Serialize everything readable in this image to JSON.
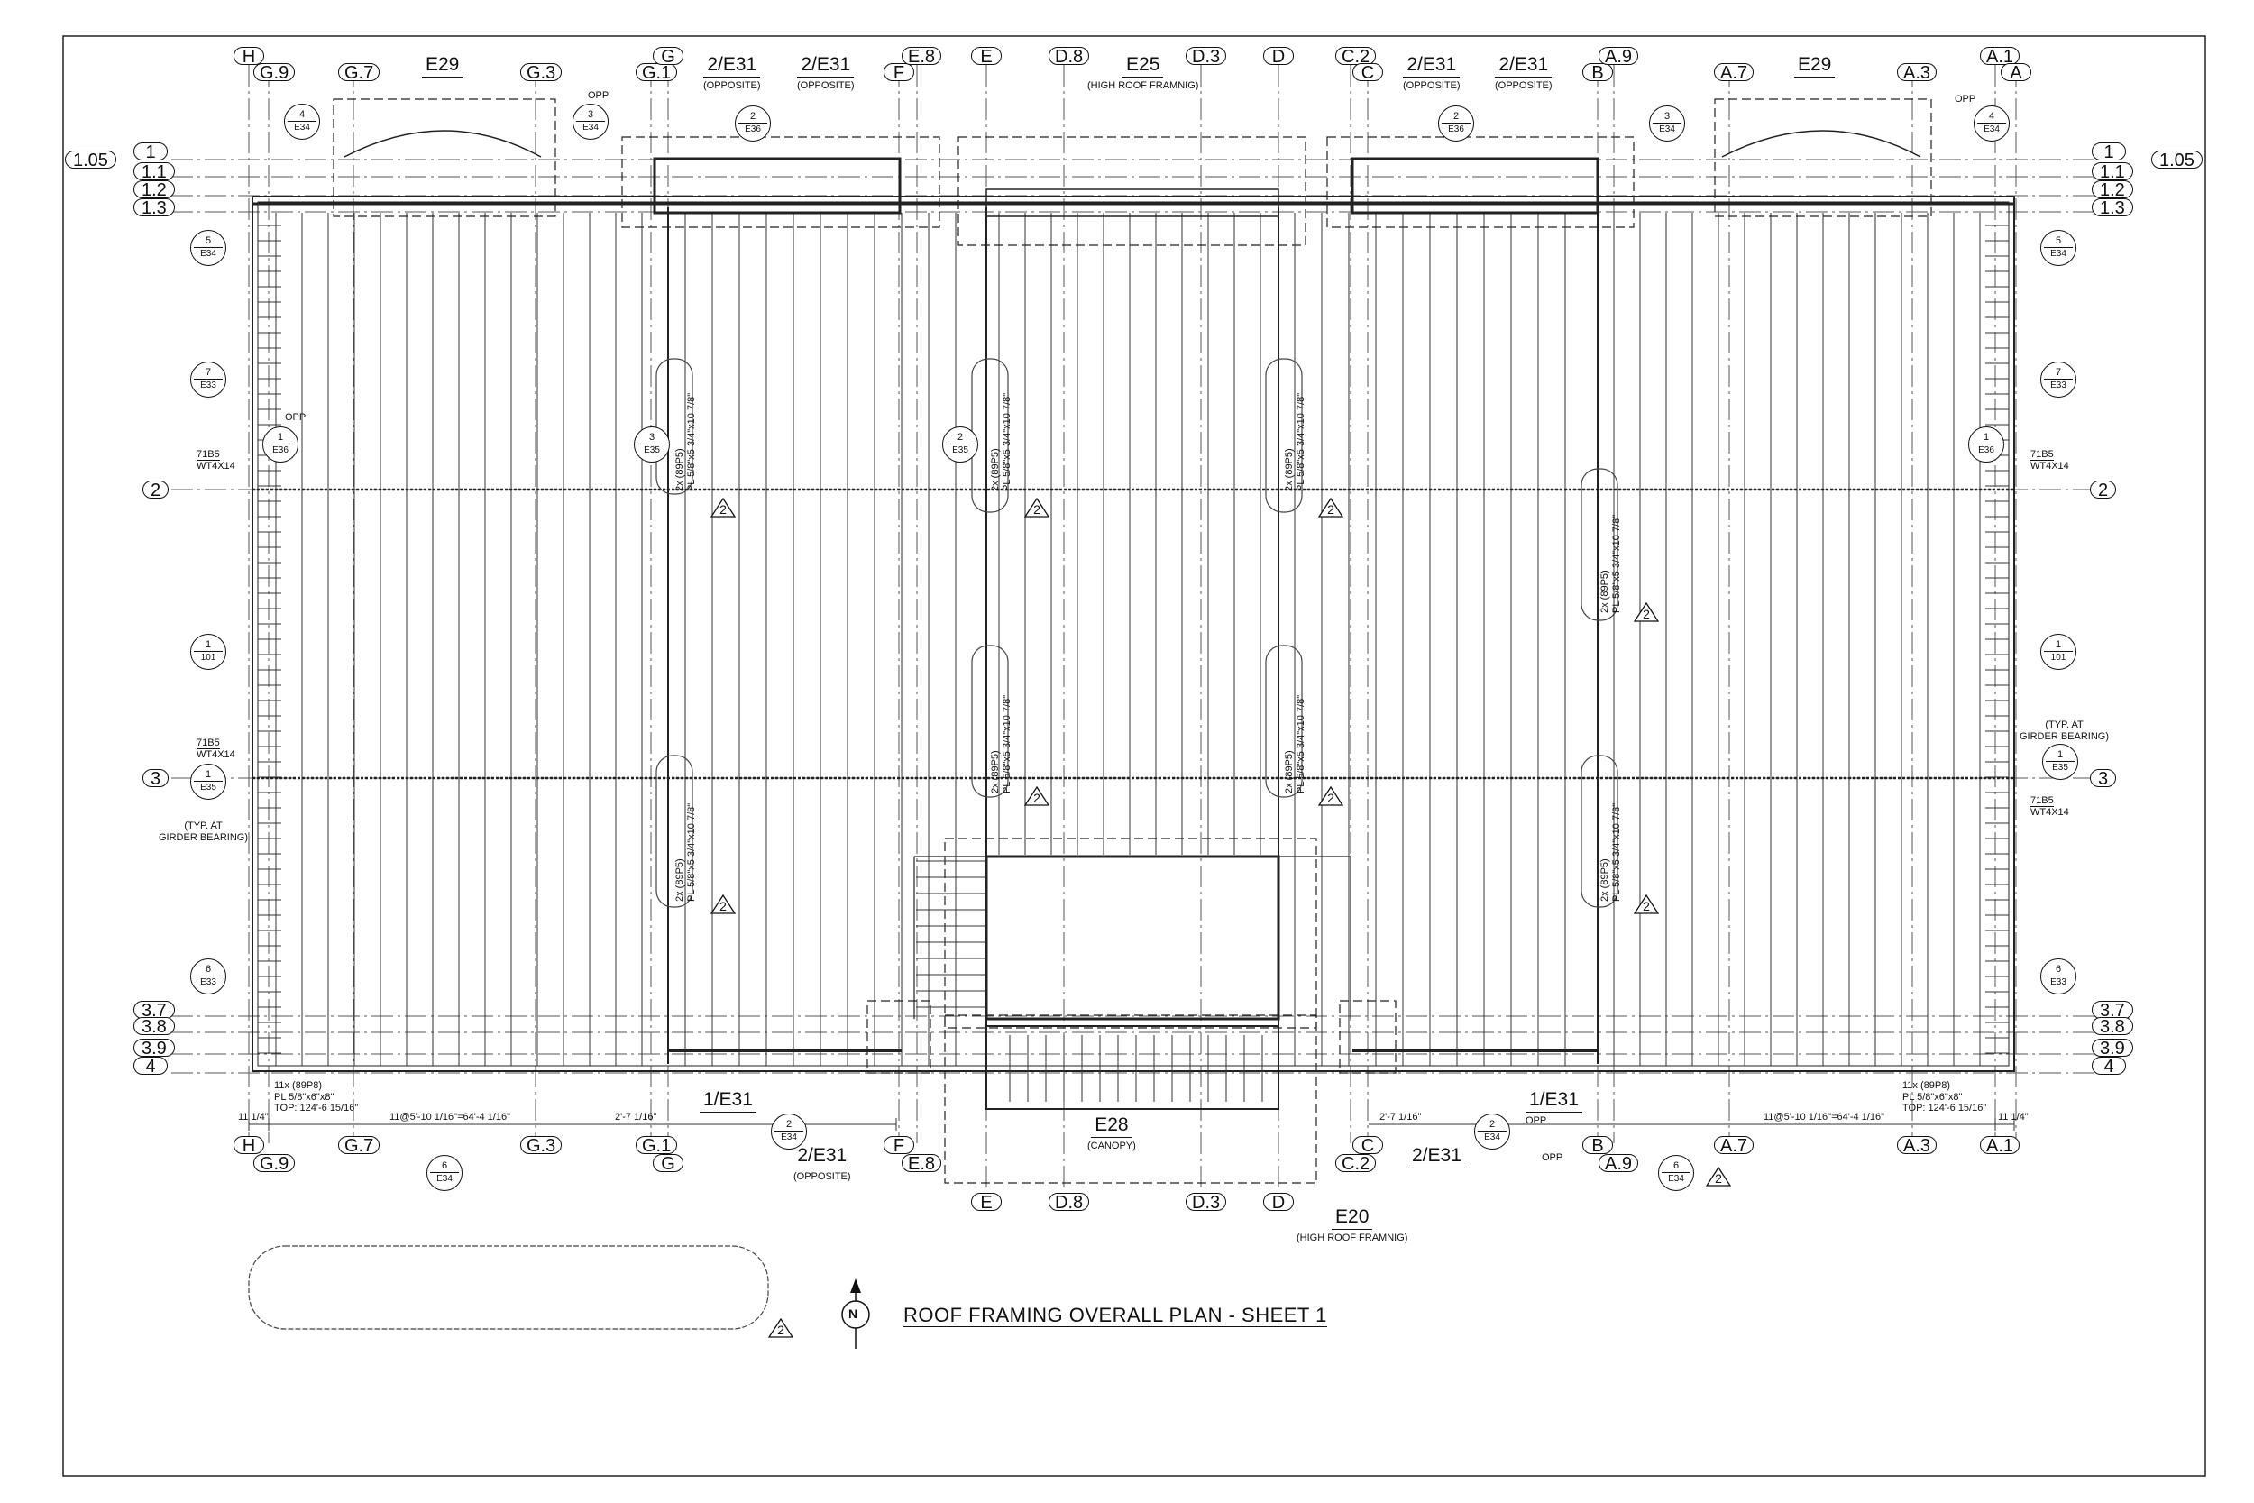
{
  "title": "ROOF FRAMING OVERALL PLAN - SHEET 1",
  "north_label": "N",
  "col_grids_top": [
    "H",
    "G.9",
    "G.7",
    "G.3",
    "G.1",
    "G",
    "F",
    "E.8",
    "E",
    "D.8",
    "D.3",
    "D",
    "C.2",
    "C",
    "B",
    "A.9",
    "A.7",
    "A.3",
    "A.1",
    "A"
  ],
  "col_grids_bottom": [
    "H",
    "G.9",
    "G.7",
    "G.3",
    "G.1",
    "G",
    "F",
    "E.8",
    "E",
    "D.8",
    "D.3",
    "D",
    "C.2",
    "C",
    "B",
    "A.9",
    "A.7",
    "A.3",
    "A.1"
  ],
  "row_grids": [
    "1.05",
    "1",
    "1.1",
    "1.2",
    "1.3",
    "2",
    "3",
    "3.7",
    "3.8",
    "3.9",
    "4"
  ],
  "section_refs": {
    "e29": "E29",
    "e25": "E25",
    "e25_note": "(HIGH ROOF FRAMNIG)",
    "e31": "2/E31",
    "opposite": "(OPPOSITE)",
    "e31_1": "1/E31",
    "e28": "E28",
    "e28_note": "(CANOPY)",
    "e20": "E20",
    "e20_note": "(HIGH ROOF FRAMNIG)",
    "opp": "OPP"
  },
  "detail_refs": [
    {
      "n": "4",
      "s": "E34"
    },
    {
      "n": "3",
      "s": "E34"
    },
    {
      "n": "2",
      "s": "E36"
    },
    {
      "n": "2",
      "s": "E36"
    },
    {
      "n": "3",
      "s": "E34"
    },
    {
      "n": "4",
      "s": "E34"
    },
    {
      "n": "5",
      "s": "E34"
    },
    {
      "n": "5",
      "s": "E34"
    },
    {
      "n": "7",
      "s": "E33"
    },
    {
      "n": "7",
      "s": "E33"
    },
    {
      "n": "1",
      "s": "E36"
    },
    {
      "n": "3",
      "s": "E35"
    },
    {
      "n": "2",
      "s": "E35"
    },
    {
      "n": "1",
      "s": "E36"
    },
    {
      "n": "1",
      "s": "101"
    },
    {
      "n": "1",
      "s": "101"
    },
    {
      "n": "1",
      "s": "E35"
    },
    {
      "n": "1",
      "s": "E35"
    },
    {
      "n": "6",
      "s": "E33"
    },
    {
      "n": "6",
      "s": "E33"
    },
    {
      "n": "2",
      "s": "E34"
    },
    {
      "n": "6",
      "s": "E34"
    },
    {
      "n": "2",
      "s": "E34"
    },
    {
      "n": "6",
      "s": "E34"
    }
  ],
  "notes": {
    "wt": "71B5",
    "wt2": "WT4X14",
    "typ_girder": "(TYP. AT",
    "typ_girder2": "GIRDER BEARING)",
    "typ_girder_r": "(TYP. AT",
    "typ_girder_r2": "GIRDER BEARING)",
    "plate_qty": "2x (89P5)",
    "plate": "PL 5/8\"x5 3/4\"x10 7/8\"",
    "edge_qty": "11x (89P8)",
    "edge_plate": "PL 5/8\"x6\"x8\"",
    "edge_top": "TOP: 124'-6 15/16\"",
    "dim_left_1": "11 1/4\"",
    "dim_left_2": "11@5'-10 1/16\"=64'-4 1/16\"",
    "dim_left_3": "2'-7 1/16\"",
    "dim_right_1": "2'-7 1/16\"",
    "dim_right_2": "11@5'-10 1/16\"=64'-4 1/16\"",
    "dim_right_3": "11 1/4\""
  },
  "revision_tag": "2"
}
